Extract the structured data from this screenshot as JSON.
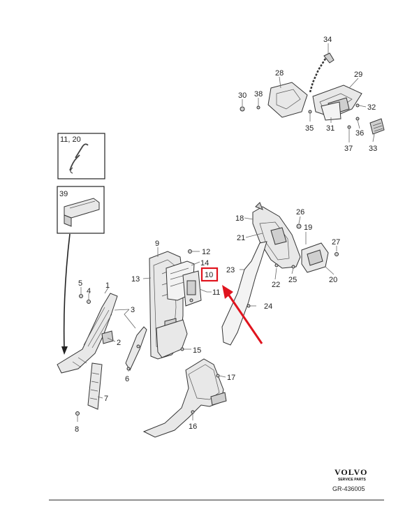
{
  "diagram": {
    "inset_labels": {
      "clip_inset": "11, 20",
      "bracket_inset": "39"
    },
    "highlighted_part": "10",
    "callouts": {
      "p1": "1",
      "p2": "2",
      "p3": "3",
      "p4": "4",
      "p5": "5",
      "p6": "6",
      "p7": "7",
      "p8": "8",
      "p9": "9",
      "p11": "11",
      "p12": "12",
      "p13": "13",
      "p14": "14",
      "p15": "15",
      "p16": "16",
      "p17": "17",
      "p18": "18",
      "p19": "19",
      "p20": "20",
      "p21": "21",
      "p22": "22",
      "p23": "23",
      "p24": "24",
      "p25": "25",
      "p26": "26",
      "p27": "27",
      "p28": "28",
      "p29": "29",
      "p30": "30",
      "p31": "31",
      "p32": "32",
      "p33": "33",
      "p34": "34",
      "p35": "35",
      "p36": "36",
      "p37": "37",
      "p38": "38"
    },
    "brand": {
      "name": "VOLVO",
      "subtitle": "SERVICE PARTS",
      "reference": "GR-436005"
    },
    "highlight_color": "#e0141e"
  }
}
